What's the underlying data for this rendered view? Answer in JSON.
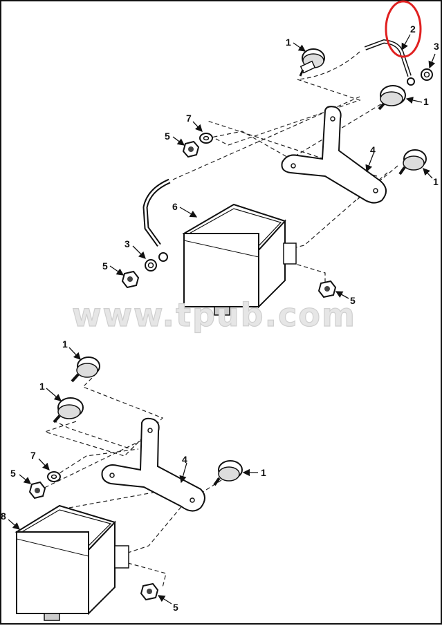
{
  "watermark": "www.tpub.com",
  "highlight": {
    "label": "2",
    "color": "#e02020"
  },
  "upper_assembly": {
    "callouts": {
      "c1a": "1",
      "c2": "2",
      "c3a": "3",
      "c1b": "1",
      "c7": "7",
      "c5a": "5",
      "c4": "4",
      "c1c": "1",
      "c6": "6",
      "c3b": "3",
      "c5b": "5",
      "c5c": "5"
    }
  },
  "lower_assembly": {
    "callouts": {
      "c1a": "1",
      "c1b": "1",
      "c7": "7",
      "c5a": "5",
      "c4": "4",
      "c1c": "1",
      "c8": "8",
      "c5b": "5"
    }
  }
}
